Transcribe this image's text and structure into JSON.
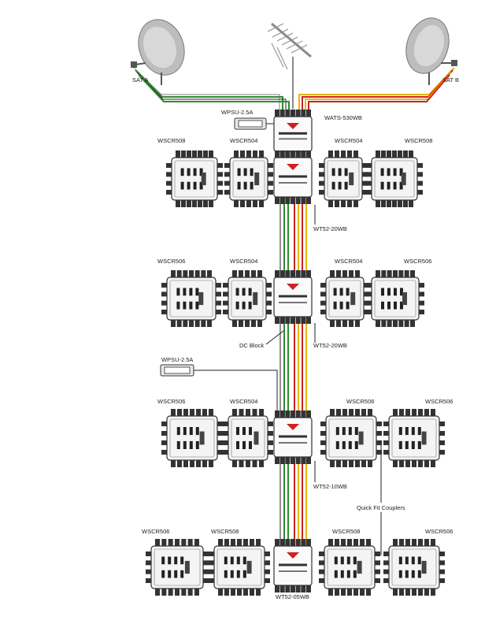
{
  "labels": {
    "sat_a": "SAT A",
    "sat_b": "SAT B",
    "wpsu_top": "WPSU-2.5A",
    "wpsu_mid": "WPSU-2.5A",
    "wats": "WATS-530WB",
    "wt1": "WT52-20WB",
    "wt2": "WT52-20WB",
    "wt3": "WT52-10WB",
    "wt4": "WT52-05WB",
    "dc_block": "DC Block",
    "quick_fit": "Quick Fit Couplers"
  },
  "rows": [
    {
      "row": 1,
      "modules": [
        "WSCR508",
        "WSCR504",
        "WSCR504",
        "WSCR508"
      ]
    },
    {
      "row": 2,
      "modules": [
        "WSCR506",
        "WSCR504",
        "WSCR504",
        "WSCR506"
      ]
    },
    {
      "row": 3,
      "modules": [
        "WSCR506",
        "WSCR504",
        "WSCR506",
        "WSCR506"
      ]
    },
    {
      "row": 4,
      "modules": [
        "WSCR506",
        "WSCR508",
        "WSCR508",
        "WSCR506"
      ]
    }
  ],
  "colors": {
    "green": "#2e8b2e",
    "red": "#cc2222",
    "yellow": "#e6b800",
    "white": "#9a9a9a",
    "device": "#333333"
  },
  "icons": [
    "satellite-dish-icon",
    "terrestrial-antenna-icon",
    "power-supply-icon"
  ]
}
